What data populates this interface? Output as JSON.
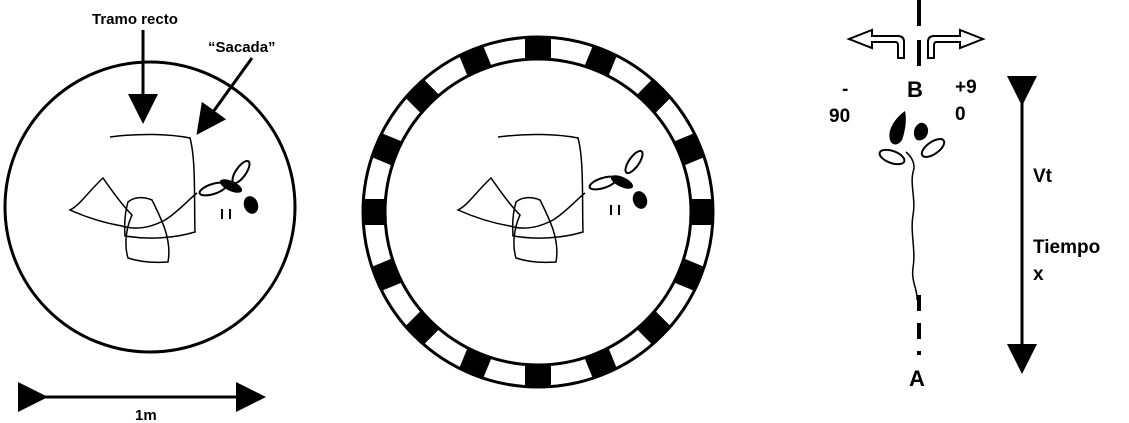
{
  "panel_left": {
    "label_straight": "Tramo recto",
    "label_saccade": "“Sacada”",
    "scale_label": "1m"
  },
  "panel_right": {
    "label_b": "B",
    "label_a": "A",
    "label_minus_1": "-",
    "label_minus_2": "90",
    "label_plus_1": "+9",
    "label_plus_2": "0",
    "label_vt": "Vt",
    "label_time_1": "Tiempo",
    "label_time_2": "x"
  },
  "colors": {
    "ink": "#000000",
    "background": "#ffffff"
  }
}
